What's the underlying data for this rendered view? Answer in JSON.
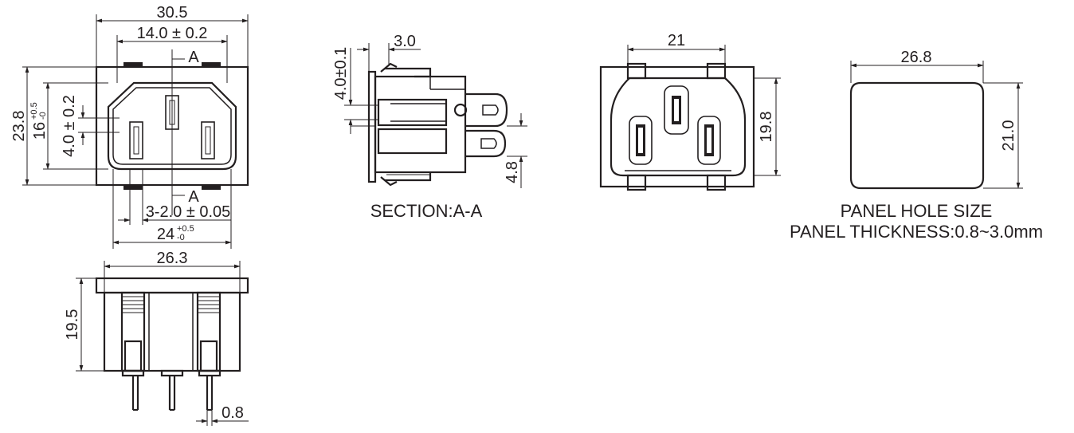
{
  "front_view": {
    "dim_width_overall": "30.5",
    "dim_width_inner": "14.0 ± 0.2",
    "section_mark": "A",
    "dim_height_overall": "23.8",
    "dim_height_inner_base": "16",
    "dim_height_inner_tol_plus": "+0.5",
    "dim_height_inner_tol_minus": "-0",
    "dim_slot_height": "4.0 ± 0.2",
    "dim_pin_spacing": "3-2.0 ± 0.05",
    "dim_bottom_base": "24",
    "dim_bottom_tol_plus": "+0.5",
    "dim_bottom_tol_minus": "-0"
  },
  "section_view": {
    "dim_top": "3.0",
    "dim_left": "4.0±0.1",
    "dim_right": "4.8",
    "caption": "SECTION:A-A"
  },
  "back_view": {
    "dim_width": "21",
    "dim_height": "19.8"
  },
  "panel_hole": {
    "dim_width": "26.8",
    "dim_height": "21.0",
    "caption_1": "PANEL HOLE SIZE",
    "caption_2": "PANEL THICKNESS:0.8~3.0mm"
  },
  "side_view": {
    "dim_width": "26.3",
    "dim_height": "19.5",
    "dim_pin": "0.8"
  }
}
